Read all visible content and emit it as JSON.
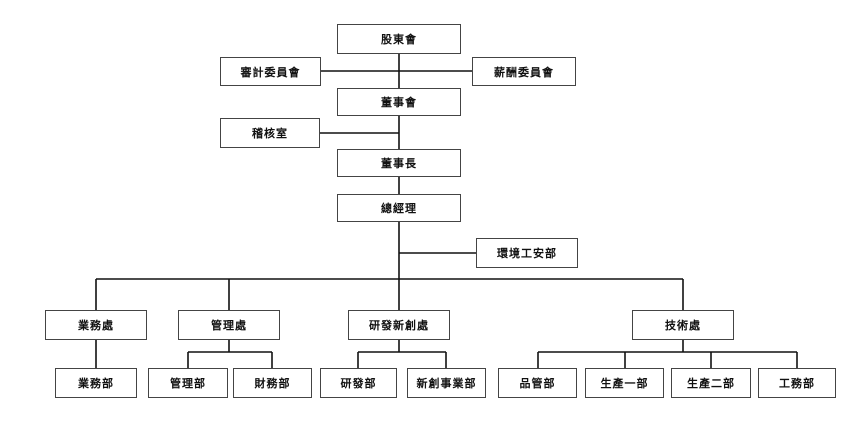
{
  "org_chart": {
    "shareholders": "股東會",
    "audit_committee": "審計委員會",
    "compensation_committee": "薪酬委員會",
    "board": "董事會",
    "audit_office": "稽核室",
    "chairman": "董事長",
    "general_manager": "總經理",
    "esh_dept": "環境工安部",
    "divisions": {
      "business": {
        "label": "業務處",
        "units": [
          "業務部"
        ]
      },
      "management": {
        "label": "管理處",
        "units": [
          "管理部",
          "財務部"
        ]
      },
      "rnd": {
        "label": "研發新創處",
        "units": [
          "研發部",
          "新創事業部"
        ]
      },
      "technology": {
        "label": "技術處",
        "units": [
          "品管部",
          "生產一部",
          "生產二部",
          "工務部"
        ]
      }
    }
  }
}
